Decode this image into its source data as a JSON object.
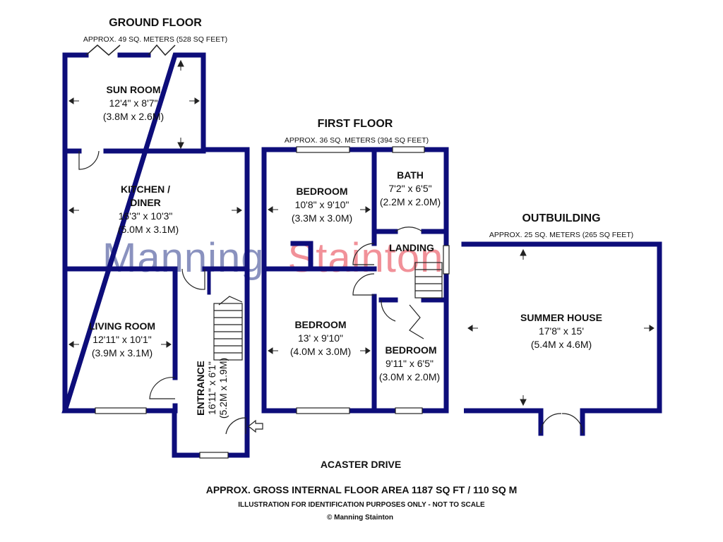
{
  "watermark": {
    "part1": "Manning",
    "part2": "Stainton",
    "color1": "#2b3a8c",
    "color2": "#e63946"
  },
  "colors": {
    "wall": "#0d0d7a",
    "text": "#111111"
  },
  "floors": {
    "ground": {
      "title": "GROUND FLOOR",
      "area": "APPROX. 49 SQ. METERS (528 SQ FEET)"
    },
    "first": {
      "title": "FIRST FLOOR",
      "area": "APPROX. 36 SQ. METERS (394 SQ FEET)"
    },
    "outbuilding": {
      "title": "OUTBUILDING",
      "area": "APPROX. 25 SQ. METERS (265 SQ FEET)"
    }
  },
  "rooms": {
    "sun_room": {
      "name": "SUN ROOM",
      "dim_imperial": "12'4\" x 8'7\"",
      "dim_metric": "(3.8M x 2.6M)"
    },
    "kitchen": {
      "name": "KITCHEN /",
      "name2": "DINER",
      "dim_imperial": "16'3\" x 10'3\"",
      "dim_metric": "(5.0M x 3.1M)"
    },
    "living_room": {
      "name": "LIVING ROOM",
      "dim_imperial": "12'11\" x 10'1\"",
      "dim_metric": "(3.9M x 3.1M)"
    },
    "entrance": {
      "name": "ENTRANCE",
      "dim_imperial": "16'11\" x 6'1\"",
      "dim_metric": "(5.2M x 1.9M)"
    },
    "bedroom1": {
      "name": "BEDROOM",
      "dim_imperial": "10'8\" x 9'10\"",
      "dim_metric": "(3.3M x 3.0M)"
    },
    "bath": {
      "name": "BATH",
      "dim_imperial": "7'2\" x 6'5\"",
      "dim_metric": "(2.2M x 2.0M)"
    },
    "landing": {
      "name": "LANDING"
    },
    "bedroom2": {
      "name": "BEDROOM",
      "dim_imperial": "13' x 9'10\"",
      "dim_metric": "(4.0M x 3.0M)"
    },
    "bedroom3": {
      "name": "BEDROOM",
      "dim_imperial": "9'11\" x 6'5\"",
      "dim_metric": "(3.0M x 2.0M)"
    },
    "summer_house": {
      "name": "SUMMER HOUSE",
      "dim_imperial": "17'8\" x 15'",
      "dim_metric": "(5.4M x 4.6M)"
    }
  },
  "street": "ACASTER DRIVE",
  "footer": {
    "gross_area": "APPROX. GROSS INTERNAL FLOOR AREA 1187 SQ FT / 110 SQ M",
    "disclaimer": "ILLUSTRATION FOR IDENTIFICATION PURPOSES ONLY - NOT TO SCALE",
    "copyright": "© Manning Stainton"
  }
}
